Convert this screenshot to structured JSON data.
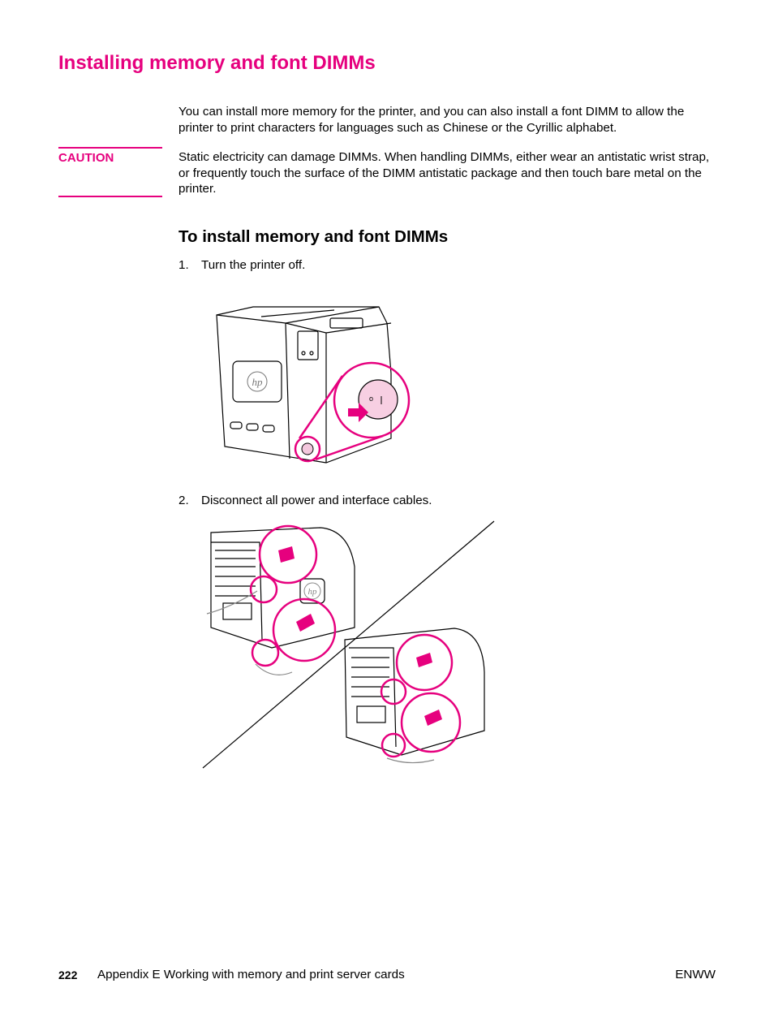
{
  "page": {
    "title": "Installing memory and font DIMMs",
    "intro": "You can install more memory for the printer, and you can also install a font DIMM to allow the printer to print characters for languages such as Chinese or the Cyrillic alphabet.",
    "caution": {
      "label": "CAUTION",
      "text": "Static electricity can damage DIMMs. When handling DIMMs, either wear an antistatic wrist strap, or frequently touch the surface of the DIMM antistatic package and then touch bare metal on the printer."
    },
    "subheading": "To install memory and font DIMMs",
    "steps": [
      {
        "num": "1.",
        "text": "Turn the printer off."
      },
      {
        "num": "2.",
        "text": "Disconnect all power and interface cables."
      }
    ]
  },
  "footer": {
    "page_number": "222",
    "section": "Appendix E   Working with memory and print server cards",
    "right": "ENWW"
  },
  "colors": {
    "accent": "#E6007E"
  },
  "figures": {
    "figure1_icons": [
      "printer-front-icon",
      "power-switch-icon",
      "arrow-icon",
      "hp-logo-icon"
    ],
    "figure2_icons": [
      "printer-rear-icon",
      "cable-icon",
      "power-cord-icon",
      "hp-logo-icon"
    ]
  }
}
